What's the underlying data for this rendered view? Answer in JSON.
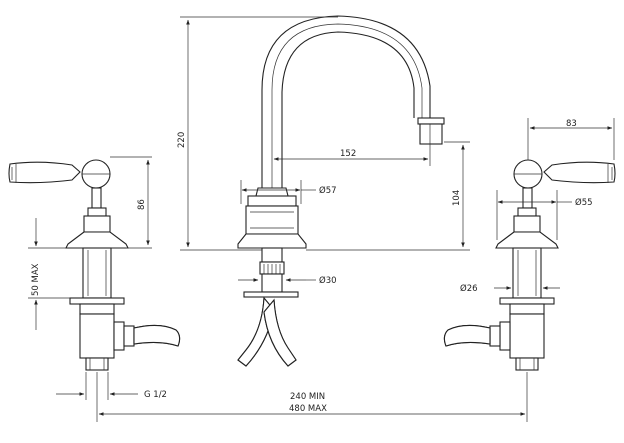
{
  "dimensions": {
    "spout_height": "220",
    "spout_reach": "152",
    "handle_span": "83",
    "handle_height": "86",
    "outlet_height": "104",
    "body_diameter": "Ø57",
    "handle_base_diameter": "Ø55",
    "spout_shank_diameter": "Ø30",
    "valve_shank_diameter": "Ø26",
    "mounting_depth": "50 MAX",
    "inlet_thread": "G 1/2",
    "center_min": "240 MIN",
    "center_max": "480 MAX"
  },
  "colors": {
    "line": "#222222",
    "background": "#ffffff"
  }
}
